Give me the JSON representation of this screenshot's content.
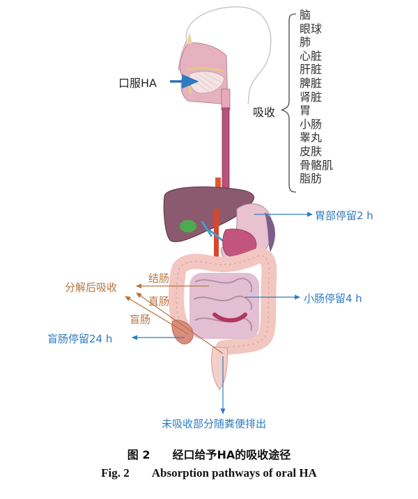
{
  "figure": {
    "caption_cn_label": "图 2",
    "caption_cn_text": "经口给予HA的吸收途径",
    "caption_en_label": "Fig. 2",
    "caption_en_text": "Absorption pathways of oral HA"
  },
  "labels": {
    "oral_intake": "口服HA",
    "absorption": "吸收",
    "stomach_retention": "胃部停留2 h",
    "small_intestine_retention": "小肠停留4 h",
    "cecum_retention": "盲肠停留24 h",
    "absorbed_after_degradation": "分解后吸收",
    "colon": "结肠",
    "rectum": "直肠",
    "cecum": "盲肠",
    "excretion": "未吸收部分随粪便排出"
  },
  "absorption_organs": [
    "脑",
    "眼球",
    "肺",
    "心脏",
    "肝脏",
    "脾脏",
    "肾脏",
    "胃",
    "小肠",
    "睾丸",
    "皮肤",
    "骨骼肌",
    "脂肪"
  ],
  "colors": {
    "blue_annotation": "#2e7bbf",
    "brown_annotation": "#b8743f",
    "organ_pink": "#e9b9c6",
    "liver": "#8c5a6e",
    "esophagus": "#b04a6e"
  }
}
